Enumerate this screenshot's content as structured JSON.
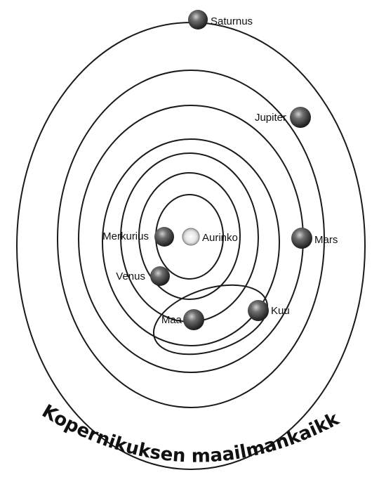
{
  "title": "Kopernikuksen maailmankaikkeus",
  "bodies": {
    "sun": "Aurinko",
    "mercury": "Merkurius",
    "venus": "Venus",
    "earth": "Maa",
    "moon": "Kuu",
    "mars": "Mars",
    "jupiter": "Jupiter",
    "saturn": "Saturnus"
  }
}
